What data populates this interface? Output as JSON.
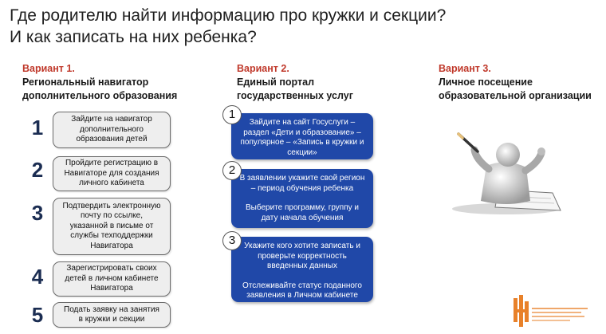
{
  "title_line1": "Где родителю найти информацию про кружки и секции?",
  "title_line2": "И как записать на них ребенка?",
  "columns": [
    {
      "variant": "Вариант 1.",
      "desc1": "Региональный навигатор",
      "desc2": "дополнительного образования"
    },
    {
      "variant": "Вариант 2.",
      "desc1": "Единый портал",
      "desc2": "государственных услуг"
    },
    {
      "variant": "Вариант 3.",
      "desc1": "Личное посещение",
      "desc2": "образовательной организации"
    }
  ],
  "steps1": [
    {
      "num": "1",
      "lines": [
        "Зайдите на навигатор",
        "дополнительного",
        "образования детей"
      ]
    },
    {
      "num": "2",
      "lines": [
        "Пройдите регистрацию в",
        "Навигаторе для создания",
        "личного кабинета"
      ]
    },
    {
      "num": "3",
      "lines": [
        "Подтвердить электронную",
        "почту по ссылке,",
        "указанной в письме от",
        "службы техподдержки",
        "Навигатора"
      ]
    },
    {
      "num": "4",
      "lines": [
        "Зарегистрировать своих",
        "детей в личном кабинете",
        "Навигатора"
      ]
    },
    {
      "num": "5",
      "lines": [
        "Подать заявку на занятия",
        "в кружки и секции"
      ]
    }
  ],
  "steps2": [
    {
      "num": "1",
      "blocks": [
        [
          "Зайдите на сайт Госуслуги –",
          "раздел «Дети и образование» –",
          "популярное – «Запись в кружки и",
          "секции»"
        ]
      ]
    },
    {
      "num": "2",
      "blocks": [
        [
          "В заявлении укажите свой регион",
          "– период обучения ребенка"
        ],
        [
          "Выберите программу, группу и",
          "дату начала обучения"
        ]
      ]
    },
    {
      "num": "3",
      "blocks": [
        [
          "Укажите кого хотите записать и",
          "проверьте корректность",
          "введенных данных"
        ],
        [
          "Отслеживайте статус поданного",
          "заявления в Личном кабинете"
        ]
      ]
    }
  ],
  "icons": {
    "illustration": "person-with-pencil-icon",
    "logo": "center-logo-icon"
  },
  "colors": {
    "accent_red": "#c0392b",
    "box_blue": "#2048a8",
    "number_navy": "#1b2d52",
    "logo_orange": "#e8812a"
  }
}
